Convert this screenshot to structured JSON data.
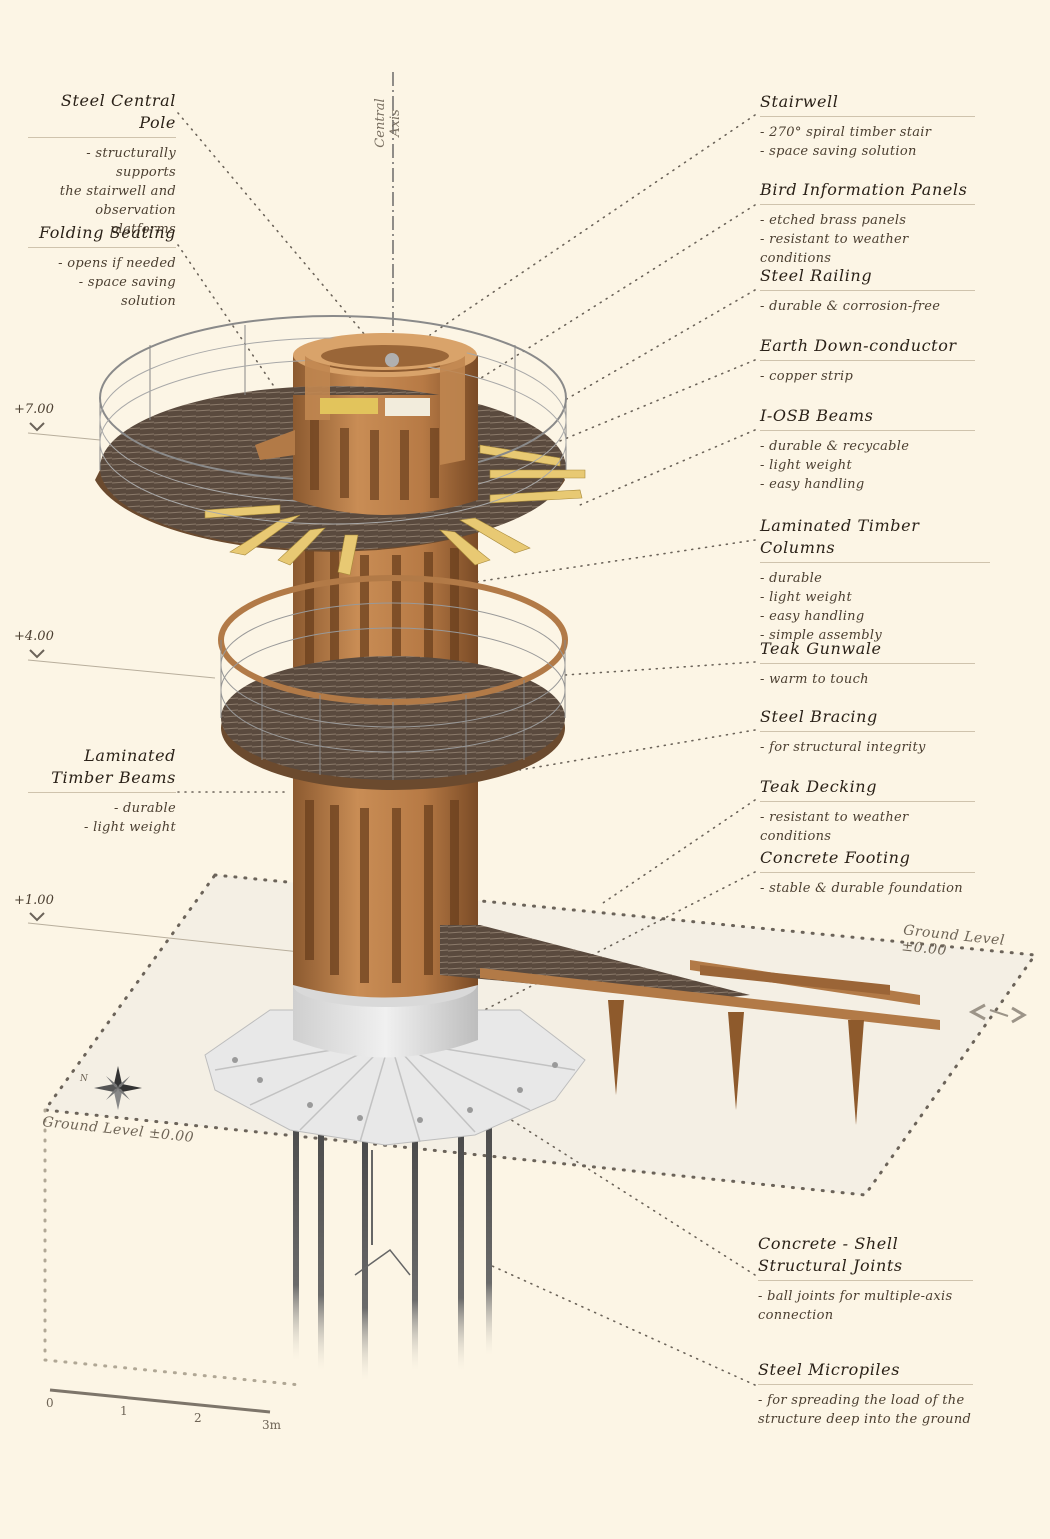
{
  "labels_right": [
    {
      "title": "Stairwell",
      "lines": [
        "- 270° spiral timber stair",
        "- space saving solution"
      ]
    },
    {
      "title": "Bird Information Panels",
      "lines": [
        "- etched brass panels",
        "- resistant to weather conditions"
      ]
    },
    {
      "title": "Steel Railing",
      "lines": [
        "- durable & corrosion-free"
      ]
    },
    {
      "title": "Earth Down-conductor",
      "lines": [
        "- copper strip"
      ]
    },
    {
      "title": "I-OSB Beams",
      "lines": [
        "- durable & recycable",
        "- light weight",
        "- easy handling"
      ]
    },
    {
      "title": "Laminated Timber Columns",
      "lines": [
        "- durable",
        "- light weight",
        "- easy handling",
        "- simple assembly"
      ]
    },
    {
      "title": "Teak Gunwale",
      "lines": [
        "- warm to touch"
      ]
    },
    {
      "title": "Steel Bracing",
      "lines": [
        "- for structural integrity"
      ]
    },
    {
      "title": "Teak Decking",
      "lines": [
        "- resistant to weather conditions"
      ]
    },
    {
      "title": "Concrete Footing",
      "lines": [
        "- stable & durable foundation"
      ]
    },
    {
      "title": "Concrete - Shell Structural Joints",
      "title_lines": [
        "Concrete - Shell",
        "Structural Joints"
      ],
      "lines": [
        "- ball joints for multiple-axis",
        "connection"
      ]
    },
    {
      "title": "Steel Micropiles",
      "lines": [
        "- for spreading  the load of the",
        "structure deep into the ground"
      ]
    }
  ],
  "labels_left": [
    {
      "title": "Steel Central Pole",
      "lines": [
        "- structurally supports",
        "the stairwell and",
        "observation platforms"
      ]
    },
    {
      "title": "Folding Seating",
      "lines": [
        "- opens if needed",
        "- space saving solution"
      ]
    },
    {
      "title": "Laminated Timber Beams",
      "title_lines": [
        "Laminated",
        "Timber Beams"
      ],
      "lines": [
        "- durable",
        "- light weight"
      ]
    }
  ],
  "levels": [
    "+7.00",
    "+4.00",
    "+1.00"
  ],
  "axis_label": "Central Axis",
  "ground_labels": [
    "Ground Level  ±0.00",
    "Ground Level  ±0.00"
  ],
  "scale_bar": {
    "ticks": [
      "0",
      "1",
      "2",
      "3m"
    ]
  },
  "compass": {
    "north_label": "N"
  },
  "colors": {
    "background": "#fcf5e5",
    "timber": "#b77a45",
    "decking": "#5a4a3e",
    "concrete": "#e6e6e6",
    "osb": "#e8c973",
    "steel": "#777777"
  }
}
